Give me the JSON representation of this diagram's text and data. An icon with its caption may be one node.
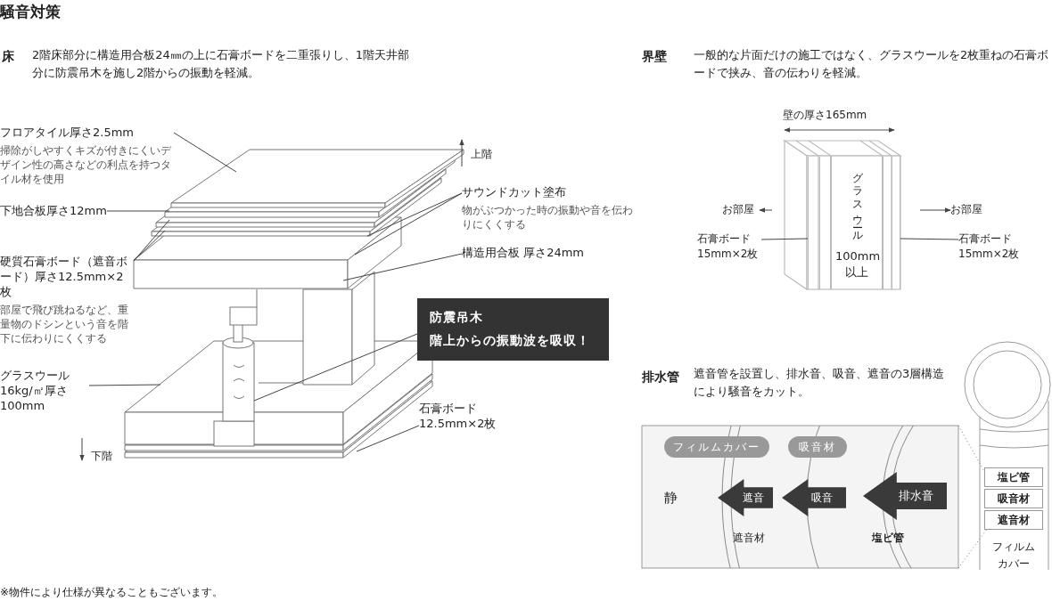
{
  "diagram": {
    "title": "騒音対策",
    "nodes": [
      {
        "text": [
          "フロアタイル厚さ2.5mm",
          "掃除がしやすくキズが付きにくいデザイン性の高さなどの利点を持つタイル材を使用"
        ]
      },
      {
        "text": [
          "下地合板厚さ12mm"
        ]
      },
      {
        "text": [
          "硬質石膏ボード（遮音ボード）厚さ12.5mm×2枚",
          "部屋で飛び跳ねるなど、重量物のドシンという音を階下に伝わりにくくする"
        ]
      },
      {
        "text": [
          "グラスウール16kg/㎡厚さ100mm"
        ]
      },
      {
        "text": [
          "サウンドカット塗布",
          "物がぶつかった時の振動や音を伝わりにくくする"
        ]
      },
      {
        "text": [
          "構造用合板 厚さ24mm"
        ]
      },
      {
        "text": [
          "防震吊木",
          "階上からの振動波を吸収！"
        ]
      },
      {
        "text": [
          "石膏ボード12.5mm×2枚"
        ]
      },
      {
        "text": [
          "お部屋"
        ]
      },
      {
        "text": [
          "グラスウール",
          "100mm以上"
        ]
      },
      {
        "text": [
          "石膏ボード15mm×2枚"
        ]
      },
      {
        "text": [
          "お部屋"
        ]
      },
      {
        "text": [
          "石膏ボード15mm×2枚"
        ]
      },
      {
        "text": [
          "フィルムカバー"
        ]
      },
      {
        "text": [
          "吸音材"
        ]
      },
      {
        "text": [
          "遮音"
        ]
      },
      {
        "text": [
          "吸音"
        ]
      },
      {
        "text": [
          "排水音"
        ]
      },
      {
        "text": [
          "塩ビ管"
        ]
      },
      {
        "text": [
          "吸音材"
        ]
      },
      {
        "text": [
          "遮音材"
        ]
      },
      {
        "text": [],
        "shape": "box"
      },
      {
        "text": [],
        "shape": "box"
      }
    ],
    "edges": [
      {
        "from": 0,
        "to": null,
        "arrow": "none"
      },
      {
        "from": 1,
        "to": null,
        "arrow": "none"
      },
      {
        "from": 2,
        "to": null,
        "arrow": "none"
      },
      {
        "from": 2,
        "to": null,
        "arrow": "none"
      },
      {
        "from": 3,
        "to": null,
        "arrow": "none"
      },
      {
        "from": 4,
        "to": null,
        "arrow": "none"
      },
      {
        "from": 4,
        "to": null,
        "arrow": "none"
      },
      {
        "from": 5,
        "to": null,
        "arrow": "none"
      },
      {
        "from": 6,
        "to": null,
        "arrow": "none"
      },
      {
        "from": 7,
        "to": null,
        "arrow": "none"
      },
      {
        "from": null,
        "to": 8,
        "arrow": "to"
      },
      {
        "from": 10,
        "to": 21,
        "arrow": "none"
      },
      {
        "from": null,
        "to": 11,
        "arrow": "to"
      },
      {
        "from": 12,
        "to": 22,
        "arrow": "none"
      }
    ],
    "labels": [
      "床",
      "2階床部分に構造用合板24㎜の上に石膏ボードを二重張りし、1階天井部分に防震吊木を施し2階からの振動を軽減。",
      "界壁",
      "一般的な片面だけの施工ではなく、グラスウールを2枚重ねの石膏ボードで挟み、音の伝わりを軽減。",
      "上階",
      "壁の厚さ165mm",
      "下階",
      "排水管",
      "遮音管を設置し、排水音、吸音、遮音の3層構造により騒音をカット。",
      "静",
      "遮音材",
      "塩ビ管",
      "フィルムカバー",
      "※物件により仕様が異なることもございます。"
    ]
  }
}
